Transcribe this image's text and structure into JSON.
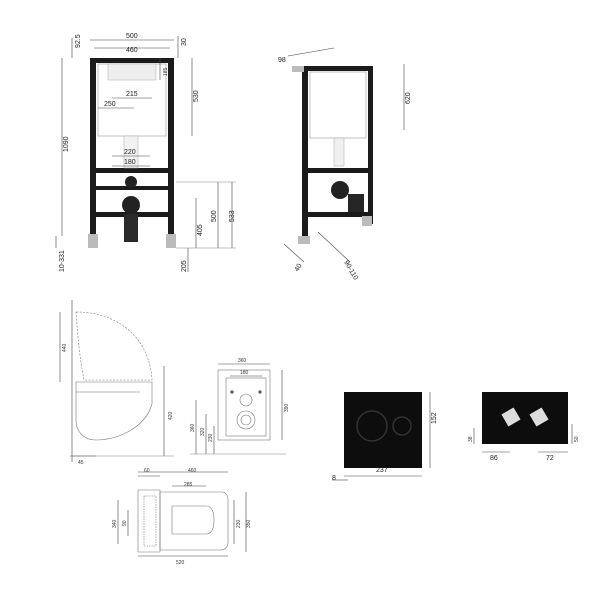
{
  "front_view": {
    "dims": [
      "92.5",
      "500",
      "460",
      "30",
      "185",
      "215",
      "250",
      "530",
      "1090",
      "220",
      "180",
      "405",
      "500",
      "533",
      "205",
      "10-331"
    ]
  },
  "side_view": {
    "dims": [
      "98",
      "620",
      "40",
      "90-110"
    ]
  },
  "toilet_side": {
    "dims": [
      "440",
      "420",
      "45"
    ]
  },
  "toilet_front": {
    "dims": [
      "360",
      "180",
      "360",
      "320",
      "230",
      "390"
    ]
  },
  "toilet_top": {
    "dims": [
      "60",
      "460",
      "285",
      "340",
      "90",
      "230",
      "520",
      "350"
    ]
  },
  "flush_plate": {
    "dims": [
      "152",
      "237",
      "8"
    ]
  },
  "plate_back": {
    "dims": [
      "38",
      "50",
      "86",
      "72"
    ]
  }
}
